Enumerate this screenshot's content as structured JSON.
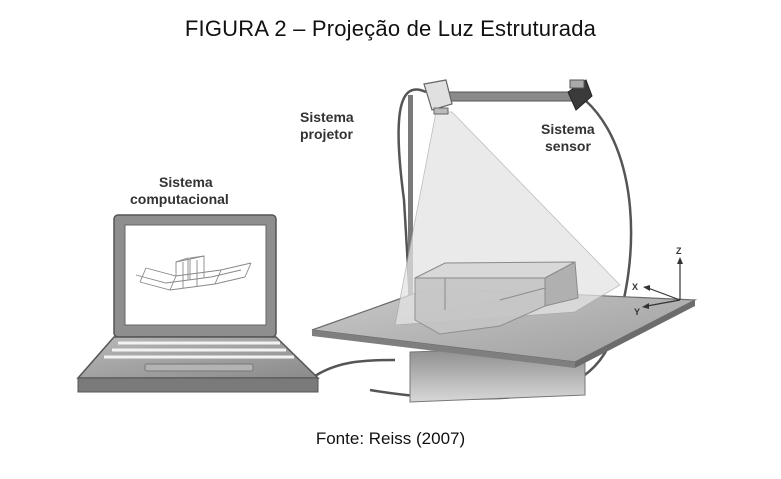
{
  "figure": {
    "title": "FIGURA  2 – Projeção de Luz Estruturada",
    "source": "Fonte: Reiss (2007)"
  },
  "labels": {
    "projector": [
      "Sistema",
      "projetor"
    ],
    "sensor": [
      "Sistema",
      "sensor"
    ],
    "computer": [
      "Sistema",
      "computacional"
    ]
  },
  "axes": {
    "z": "Z",
    "x": "X",
    "y": "Y"
  }
}
